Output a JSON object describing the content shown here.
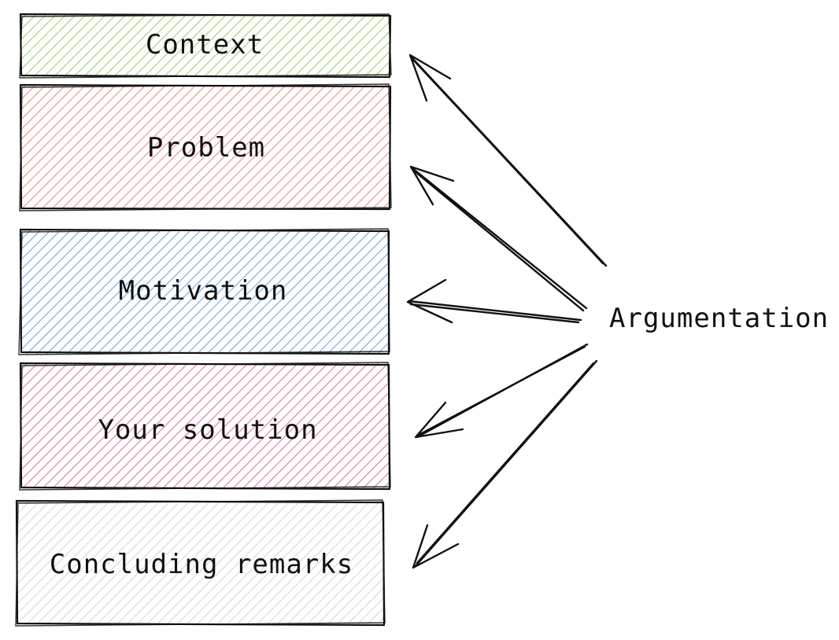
{
  "boxes": [
    {
      "label": "Context",
      "color": "#7bc043"
    },
    {
      "label": "Problem",
      "color": "#e8605a"
    },
    {
      "label": "Motivation",
      "color": "#3b88d8"
    },
    {
      "label": "Your solution",
      "color": "#d04a7a"
    },
    {
      "label": "Concluding remarks",
      "color": "#c8c8c8"
    }
  ],
  "side_label": "Argumentation"
}
